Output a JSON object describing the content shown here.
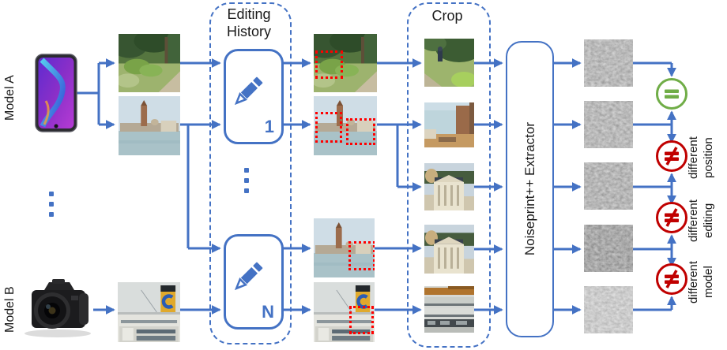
{
  "figure": {
    "model_a": {
      "label": "Model A",
      "device": "smartphone"
    },
    "model_b": {
      "label": "Model B",
      "device": "dslr-camera"
    },
    "editing_history": {
      "title_line1": "Editing",
      "title_line2": "History",
      "box1_label": "1",
      "boxN_label": "N"
    },
    "crop": {
      "title": "Crop"
    },
    "extractor": {
      "label": "Noiseprint++ Extractor"
    },
    "comparisons": [
      {
        "symbol": "=",
        "color": "#70AD47",
        "label_line1": "",
        "label_line2": ""
      },
      {
        "symbol": "≠",
        "color": "#C00000",
        "label_line1": "different",
        "label_line2": "position"
      },
      {
        "symbol": "≠",
        "color": "#C00000",
        "label_line1": "different",
        "label_line2": "editing"
      },
      {
        "symbol": "≠",
        "color": "#C00000",
        "label_line1": "different",
        "label_line2": "model"
      }
    ],
    "colors": {
      "connector_blue": "#4472C4",
      "equal_green": "#70AD47",
      "not_equal_red": "#C00000",
      "edit_region_red": "#FF0000"
    }
  }
}
